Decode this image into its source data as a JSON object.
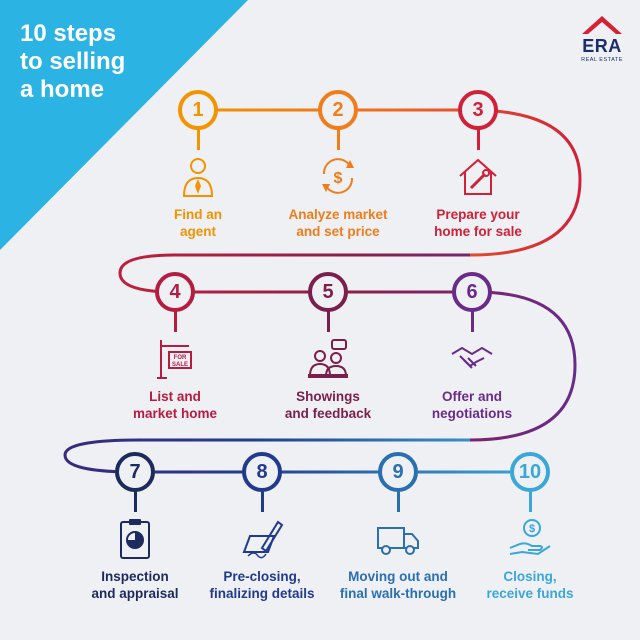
{
  "title": {
    "line1": "10 steps",
    "line2": "to selling",
    "line3": "a home"
  },
  "logo": {
    "brand": "ERA",
    "sub": "REAL ESTATE",
    "roof_color": "#d71f35",
    "text_color": "#1b2d6b"
  },
  "colors": {
    "corner": "#2bb3e3",
    "background": "#eef0f3"
  },
  "steps": [
    {
      "num": "1",
      "line1": "Find an",
      "line2": "agent",
      "color": "#f29300",
      "icon": "agent-icon"
    },
    {
      "num": "2",
      "line1": "Analyze market",
      "line2": "and set price",
      "color": "#ef7d1a",
      "icon": "dollar-cycle-icon"
    },
    {
      "num": "3",
      "line1": "Prepare your",
      "line2": "home for sale",
      "color": "#d0203a",
      "icon": "home-tools-icon"
    },
    {
      "num": "4",
      "line1": "List and",
      "line2": "market home",
      "color": "#b41d3f",
      "icon": "for-sale-sign-icon"
    },
    {
      "num": "5",
      "line1": "Showings",
      "line2": "and feedback",
      "color": "#7a1f4b",
      "icon": "showing-people-icon"
    },
    {
      "num": "6",
      "line1": "Offer and",
      "line2": "negotiations",
      "color": "#6a2a8a",
      "icon": "handshake-icon"
    },
    {
      "num": "7",
      "line1": "Inspection",
      "line2": "and appraisal",
      "color": "#1c2a5e",
      "icon": "clipboard-chart-icon"
    },
    {
      "num": "8",
      "line1": "Pre-closing,",
      "line2": "finalizing details",
      "color": "#213a8e",
      "icon": "signing-pen-icon"
    },
    {
      "num": "9",
      "line1": "Moving out and",
      "line2": "final walk-through",
      "color": "#2a6fb0",
      "icon": "moving-truck-icon"
    },
    {
      "num": "10",
      "line1": "Closing,",
      "line2": "receive funds",
      "color": "#3aa7d8",
      "icon": "hand-money-icon"
    }
  ]
}
